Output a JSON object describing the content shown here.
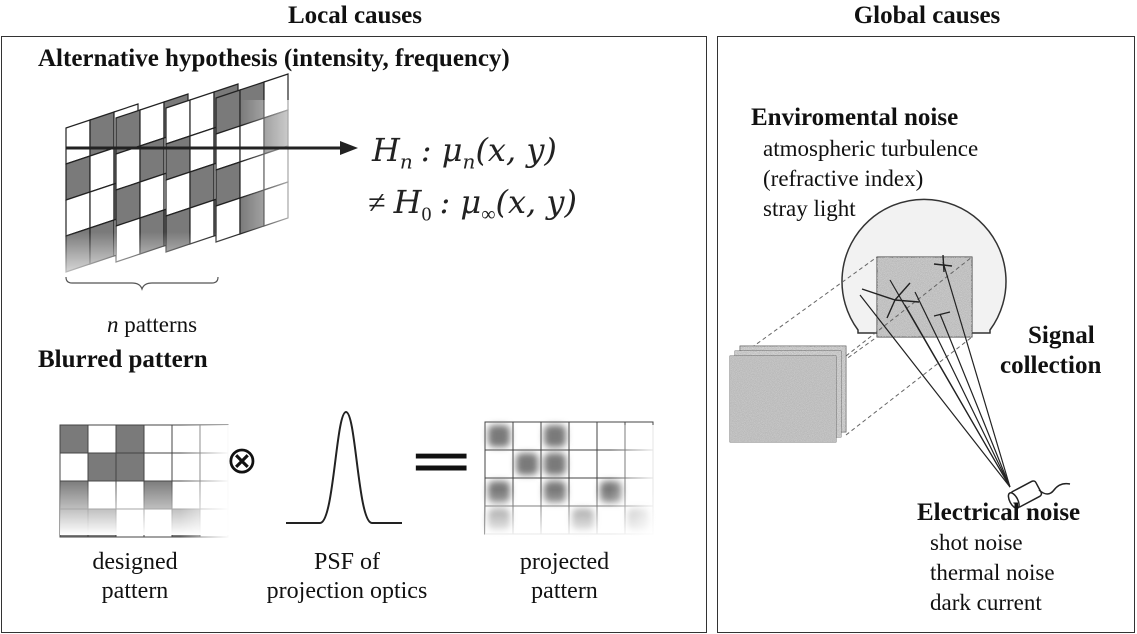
{
  "headers": {
    "local": "Local causes",
    "global": "Global causes"
  },
  "local": {
    "alt_hypothesis": {
      "title": "Alternative hypothesis (intensity, frequency)",
      "hn_sym": "H",
      "hn_sub": "n",
      "hn_rest": ": μ",
      "hn_rest_sub": "n",
      "hn_args": "(x, y)",
      "h0_ne": "≠",
      "h0_sym": "H",
      "h0_sub": "0",
      "h0_rest": ": μ",
      "h0_rest_sub": "∞",
      "h0_args": "(x, y)",
      "n_label": "n",
      "patterns_label": " patterns"
    },
    "blurred": {
      "title": "Blurred pattern",
      "convolve_symbol": "⊗",
      "equals_symbol": "=",
      "designed_line1": "designed",
      "designed_line2": "pattern",
      "psf_line1": "PSF of",
      "psf_line2": "projection optics",
      "projected_line1": "projected",
      "projected_line2": "pattern"
    }
  },
  "global": {
    "env_title": "Enviromental noise",
    "env_items": [
      "atmospheric turbulence",
      "(refractive index)",
      "stray light"
    ],
    "signal_line1": "Signal",
    "signal_line2": "collection",
    "elec_title": "Electrical noise",
    "elec_items": [
      "shot noise",
      "thermal noise",
      "dark current"
    ]
  },
  "colors": {
    "cell_gray": "#7a7a7a",
    "line": "#222222",
    "frame": "#333333"
  }
}
